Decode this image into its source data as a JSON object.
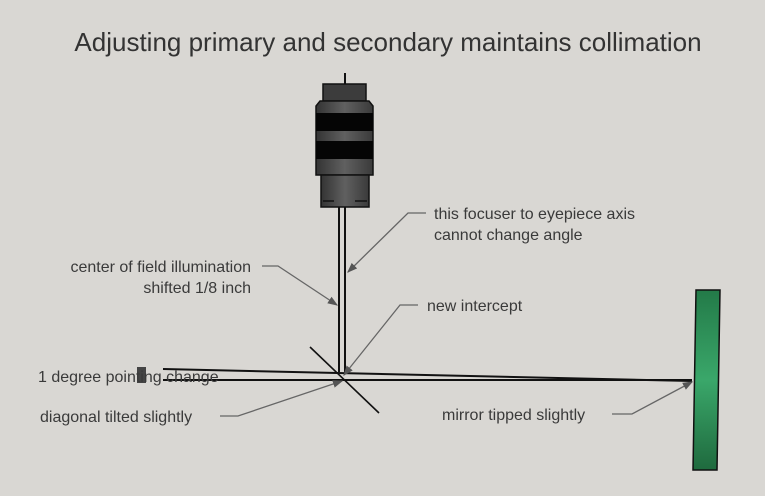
{
  "title": "Adjusting primary and secondary maintains collimation",
  "labels": {
    "focuser_axis_1": "this focuser to eyepiece axis",
    "focuser_axis_2": "cannot change angle",
    "center_field_1": "center of field illumination",
    "center_field_2": "shifted 1/8 inch",
    "new_intercept": "new intercept",
    "pointing_change": "1 degree pointing change",
    "diagonal": "diagonal tilted slightly",
    "mirror": "mirror tipped slightly"
  },
  "colors": {
    "background": "#d9d7d3",
    "mirror": "#3aa76a",
    "eyepiece": "#4a4a4a"
  }
}
